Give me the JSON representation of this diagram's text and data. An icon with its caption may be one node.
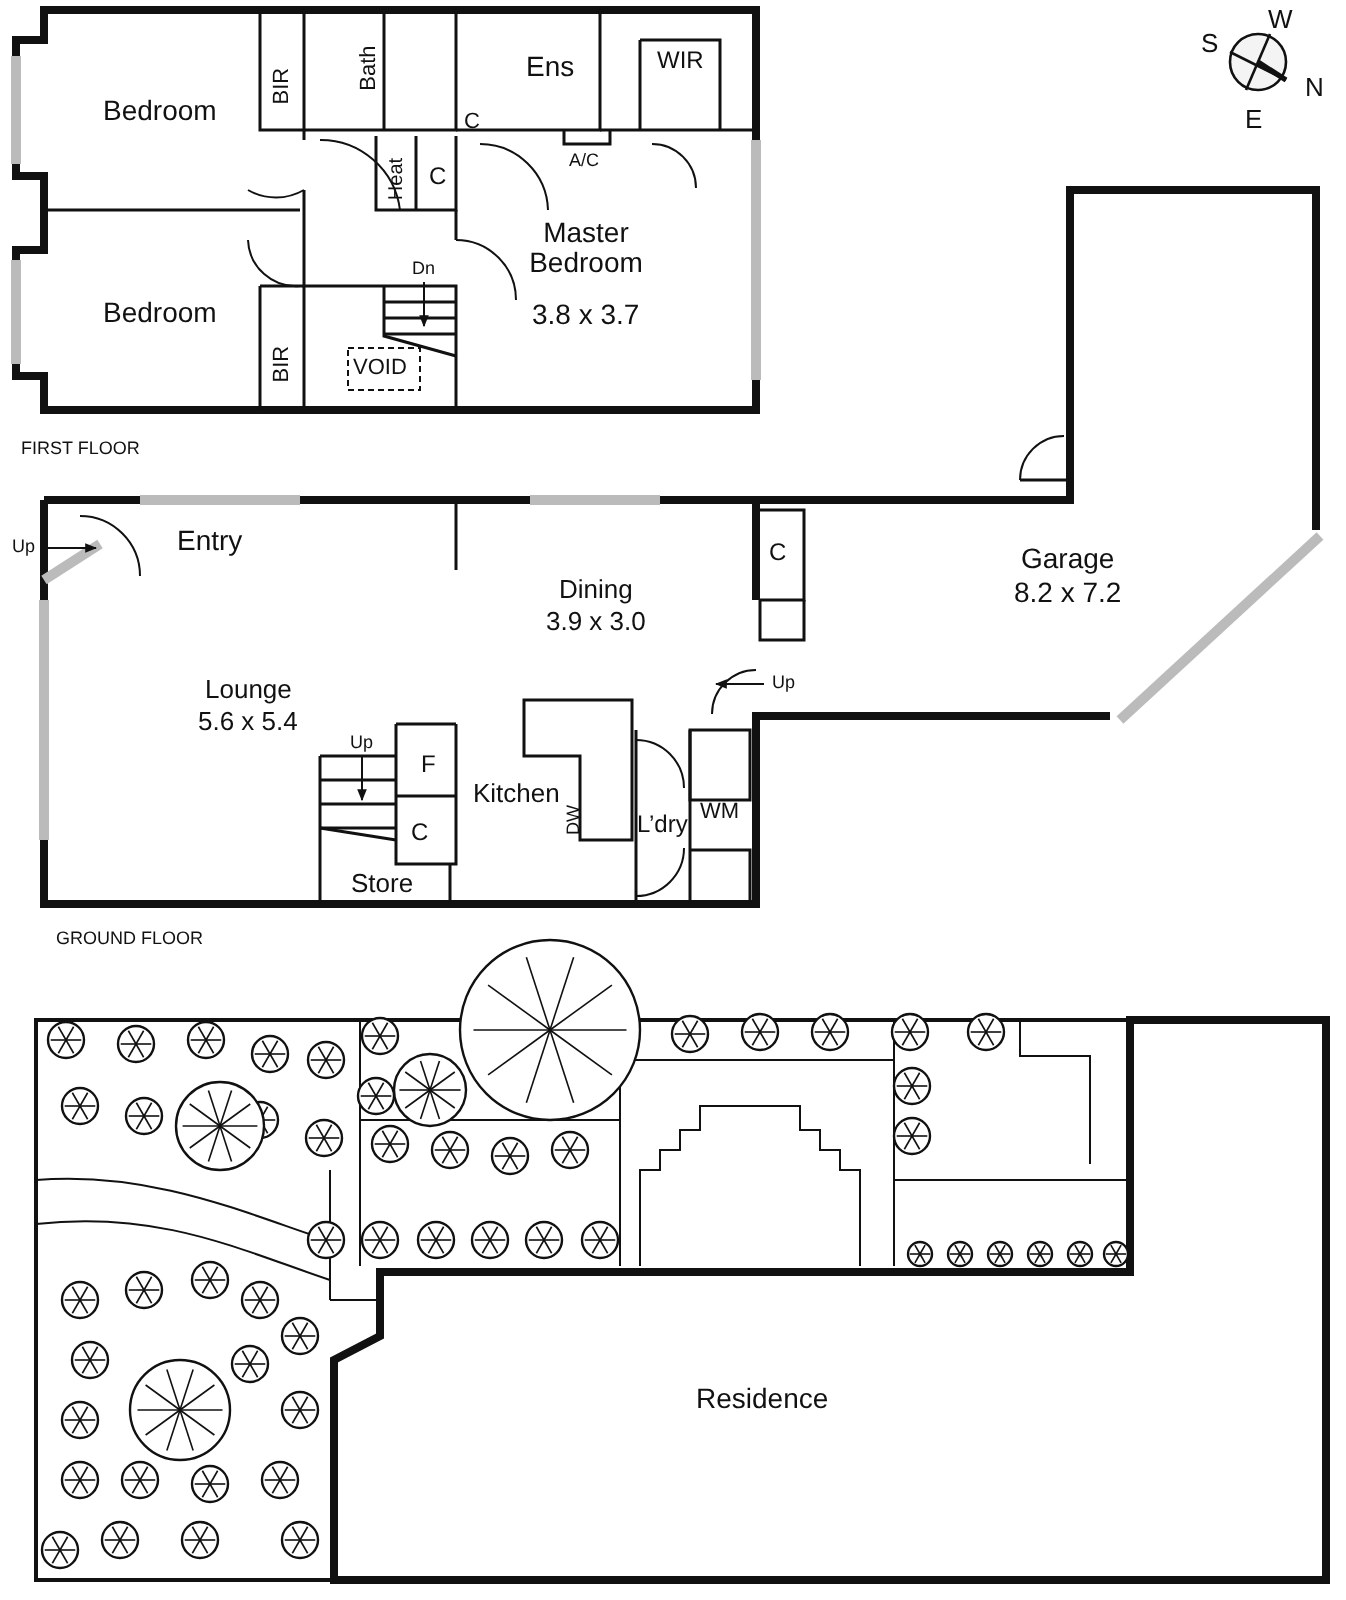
{
  "diagram": {
    "labels": [
      "W",
      "S",
      "N",
      "E",
      "BIR",
      "Bath",
      "Ens",
      "WIR",
      "Bedroom",
      "C",
      "A/C",
      "Heat",
      "C",
      "Dn",
      "Master Bedroom",
      "3.8 x 3.7",
      "Bedroom",
      "BIR",
      "VOID",
      "FIRST FLOOR",
      "Up",
      "Entry",
      "C",
      "Garage",
      "8.2 x 7.2",
      "Dining",
      "3.9 x 3.0",
      "Up",
      "Lounge",
      "5.6 x 5.4",
      "Up",
      "F",
      "Kitchen",
      "C",
      "DW",
      "L’dry",
      "WM",
      "Store",
      "GROUND FLOOR",
      "Residence"
    ]
  }
}
